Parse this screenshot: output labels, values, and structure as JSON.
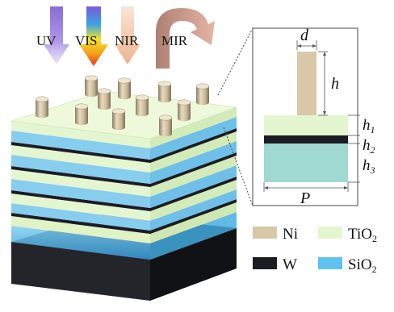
{
  "radiation": {
    "uv": "UV",
    "vis": "VIS",
    "nir": "NIR",
    "mir": "MIR"
  },
  "cell": {
    "d": "d",
    "h": "h",
    "h1": "h",
    "h1_sub": "1",
    "h2": "h",
    "h2_sub": "2",
    "h3": "h",
    "h3_sub": "3",
    "p": "P"
  },
  "legend": {
    "ni": "Ni",
    "tio2": "TiO",
    "tio2_sub": "2",
    "w": "W",
    "sio2": "SiO",
    "sio2_sub": "2"
  },
  "colors": {
    "ni": "#d8c8a8",
    "tio2": "#e6f6cf",
    "w": "#1b1d22",
    "sio2": "#62bfe6",
    "uv_arrow": "#9b7bd8",
    "vis_arrow": "#f4b21c",
    "nir_arrow": "#efb993",
    "mir_arrow": "#b78a78"
  }
}
